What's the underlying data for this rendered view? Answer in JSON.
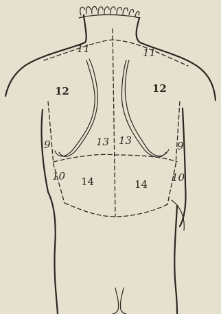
{
  "regions": {
    "r11_left": "11",
    "r11_right": "11",
    "r12_left": "12",
    "r12_right": "12",
    "r13_left": "13",
    "r13_right": "13",
    "r9_left": "9",
    "r9_right": "9",
    "r10_left": "10",
    "r10_right": "10",
    "r14_left": "14",
    "r14_right": "14"
  },
  "colors": {
    "paper": "#e6e1cf",
    "ink": "#2b2620"
  }
}
